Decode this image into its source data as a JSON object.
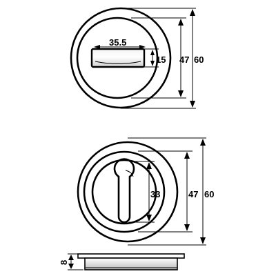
{
  "top_view": {
    "outer_diameter": "60",
    "inner_diameter": "47",
    "slot_width": "35.5",
    "slot_height": "15"
  },
  "bottom_view": {
    "outer_diameter": "60",
    "inner_diameter": "47",
    "cylinder_height": "33"
  },
  "side_view": {
    "thickness": "8"
  }
}
